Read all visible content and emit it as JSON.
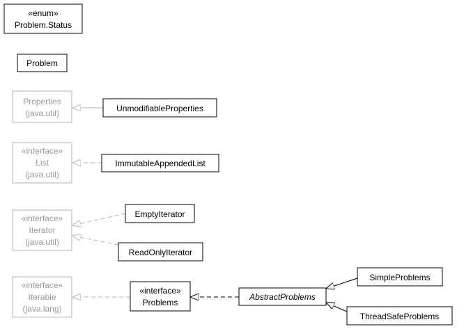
{
  "nodes": {
    "problem_status": {
      "stereotype": "«enum»",
      "name": "Problem.Status"
    },
    "problem": {
      "name": "Problem"
    },
    "properties": {
      "name": "Properties",
      "package": "(java.util)"
    },
    "unmodifiable_properties": {
      "name": "UnmodifiableProperties"
    },
    "list": {
      "stereotype": "«interface»",
      "name": "List",
      "package": "(java.util)"
    },
    "immutable_appended_list": {
      "name": "ImmutableAppendedList"
    },
    "iterator": {
      "stereotype": "«interface»",
      "name": "Iterator",
      "package": "(java.util)"
    },
    "empty_iterator": {
      "name": "EmptyIterator"
    },
    "read_only_iterator": {
      "name": "ReadOnlyIterator"
    },
    "iterable": {
      "stereotype": "«interface»",
      "name": "Iterable",
      "package": "(java.lang)"
    },
    "problems": {
      "stereotype": "«interface»",
      "name": "Problems"
    },
    "abstract_problems": {
      "name": "AbstractProblems"
    },
    "simple_problems": {
      "name": "SimpleProblems"
    },
    "thread_safe_problems": {
      "name": "ThreadSafeProblems"
    }
  },
  "colors": {
    "line": "#000000",
    "external_line": "#b3b3b3",
    "external_text": "#999999"
  }
}
